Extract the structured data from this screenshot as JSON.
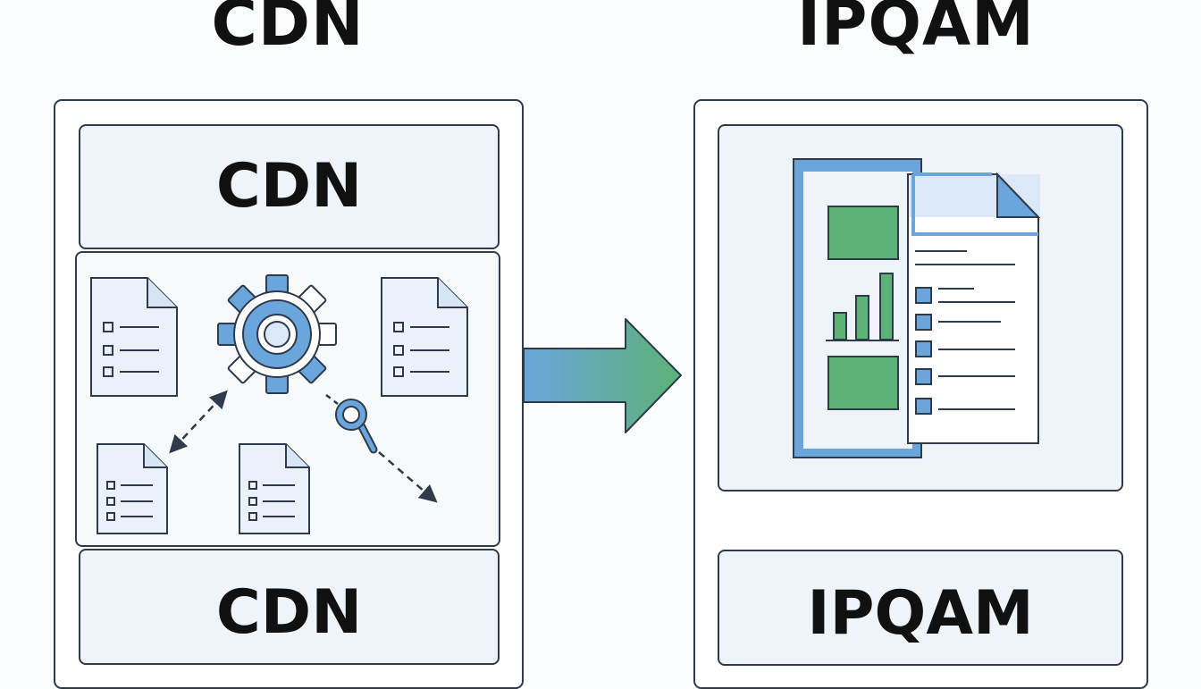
{
  "headings": {
    "left": "CDN",
    "right": "IPQAM"
  },
  "left_column": {
    "top_label": "CDN",
    "bottom_label": "CDN",
    "middle_icons": [
      "document-list-icon",
      "gear-icon",
      "document-list-icon",
      "document-list-icon",
      "document-list-icon",
      "magnifier-icon",
      "double-arrow-icon",
      "dashed-arrow-icon"
    ]
  },
  "flow_arrow": {
    "icon": "right-arrow-icon",
    "gradient_from": "#6aa5dc",
    "gradient_to": "#5cb277"
  },
  "right_column": {
    "top_icon": "report-document-icon",
    "bottom_label": "IPQAM"
  },
  "colors": {
    "outline": "#2f3b4a",
    "accent_blue": "#6aa5dc",
    "accent_green": "#5cb277",
    "panel_fill": "#eef4f9"
  }
}
